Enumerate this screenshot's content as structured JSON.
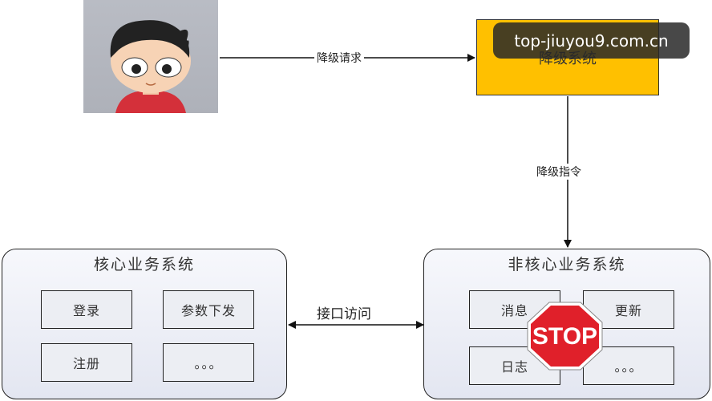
{
  "degrade_system": {
    "label": "降级系统"
  },
  "watermark": {
    "text": "top-jiuyou9.com.cn"
  },
  "arrows": {
    "request_label": "降级请求",
    "command_label": "降级指令",
    "interface_label": "接口访问"
  },
  "core_system": {
    "title": "核心业务系统",
    "modules": [
      "登录",
      "参数下发",
      "注册",
      "。。。"
    ]
  },
  "noncore_system": {
    "title": "非核心业务系统",
    "modules": [
      "消息",
      "更新",
      "日志",
      "。。。"
    ]
  },
  "stop_sign": {
    "text": "STOP"
  },
  "colors": {
    "degrade_fill": "#ffc000",
    "stop_red": "#e0202a",
    "avatar_shirt": "#d4303a"
  }
}
